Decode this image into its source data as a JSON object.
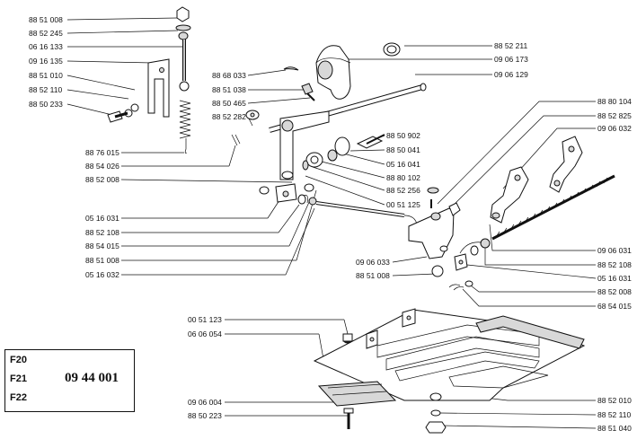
{
  "labels_left": [
    "88 51 008",
    "88 52 245",
    "06 16 133",
    "09 16 135",
    "88 51 010",
    "88 52 110",
    "88 50 233",
    "88 76 015",
    "88 54 026",
    "88 52 008",
    "05 16 031",
    "88 52 108",
    "88 54 015",
    "88 51 008",
    "05 16 032"
  ],
  "labels_mid": [
    "88 68 033",
    "88 51 038",
    "88 50 465",
    "88 52 282",
    "88 50 902",
    "88 50 041",
    "05 16 041",
    "88 80 102",
    "88 52 256",
    "00 51 125",
    "09 06 033",
    "88 51 008",
    "00 51 123",
    "06 06 054",
    "09 06 004",
    "88 50 223"
  ],
  "labels_right": [
    "88 52 211",
    "09 06 173",
    "09 06 129",
    "88 80 104",
    "88 52 825",
    "09 06 032",
    "09 06 031",
    "88 52 108",
    "05 16 031",
    "88 52 008",
    "68 54 015",
    "88 52 010",
    "88 52 110",
    "88 51 040"
  ],
  "legend": {
    "items": [
      "F20",
      "F21",
      "F22"
    ],
    "code": "09 44 001"
  }
}
